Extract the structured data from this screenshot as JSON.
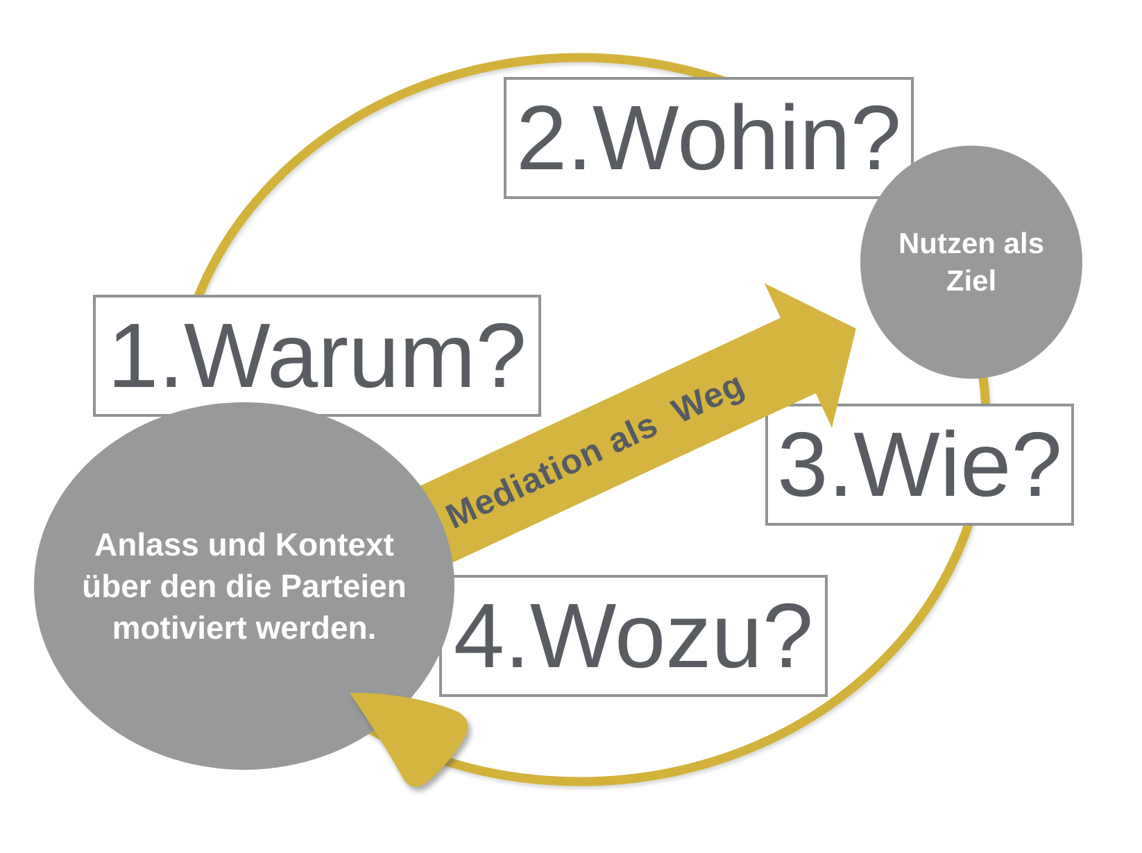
{
  "diagram": {
    "boxes": {
      "warum": "1.Warum?",
      "wohin": "2.Wohin?",
      "wie": "3.Wie?",
      "wozu": "4.Wozu?"
    },
    "anlass_circle": {
      "lines": [
        "Anlass und Kontext",
        "über den die Parteien",
        "motiviert werden."
      ]
    },
    "nutzen_circle": {
      "lines": [
        "Nutzen als",
        "Ziel"
      ]
    },
    "arrow": {
      "label": "Mediation als  Weg"
    },
    "colors": {
      "yellow": "#d4b53f",
      "arc_yellow": "#d2b23a",
      "circle_gray": "#98999a",
      "box_border_gray": "#8f9396",
      "label_text_gray": "#595d61",
      "arrow_text_gray": "#565b63",
      "white_text": "#ffffff"
    }
  }
}
